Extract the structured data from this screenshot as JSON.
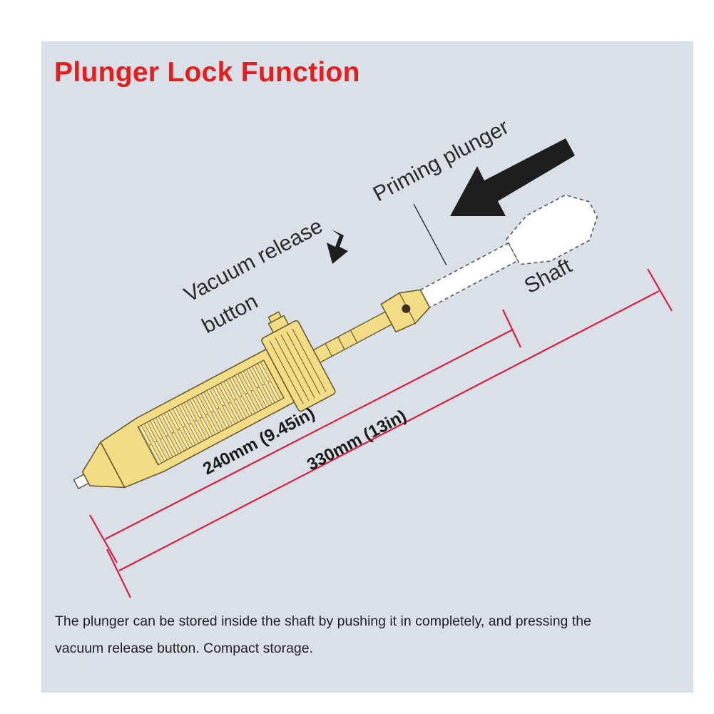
{
  "title": "Plunger Lock Function",
  "labels": {
    "priming_plunger": "Priming plunger",
    "vacuum_release_line1": "Vacuum release",
    "vacuum_release_line2": "button",
    "shaft": "Shaft"
  },
  "dimensions": {
    "short": "240mm (9.45in)",
    "long": "330mm (13in)"
  },
  "caption": {
    "line1": "The plunger can be stored inside the shaft by pushing it in completely, and pressing the",
    "line2": "vacuum release button. Compact storage."
  },
  "colors": {
    "title": "#e51d1d",
    "dimension_line": "#dc1f3c",
    "body": "#f2dc86",
    "outline": "#6b5a2a",
    "panel": "#d9e0e8"
  },
  "icons": [
    "push-arrow-icon",
    "down-arrow-icon"
  ]
}
